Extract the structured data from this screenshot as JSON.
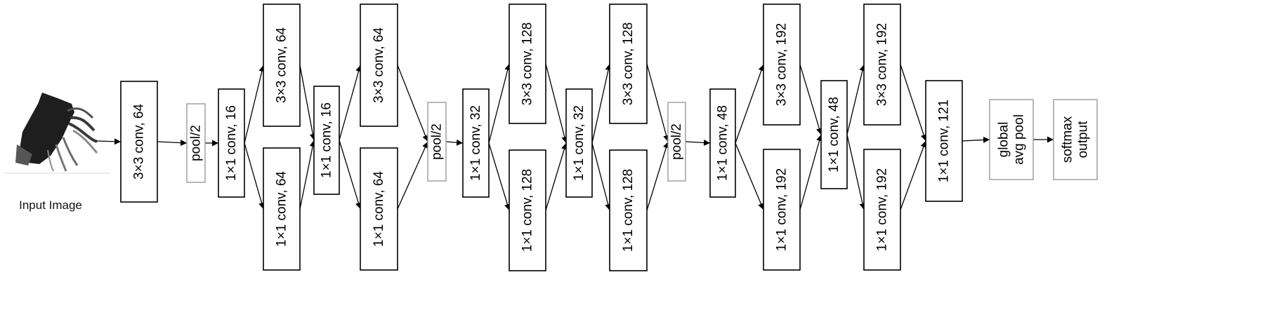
{
  "input": {
    "caption": "Input Image",
    "image": "mosquito-silhouette"
  },
  "nodes": [
    {
      "id": "conv3x3-64-a",
      "lines": [
        "3×3 conv, 64"
      ],
      "style": "solid"
    },
    {
      "id": "pool-1",
      "lines": [
        "pool/2"
      ],
      "style": "light"
    },
    {
      "id": "conv1x1-16-a",
      "lines": [
        "1×1 conv, 16"
      ],
      "style": "solid"
    },
    {
      "id": "conv3x3-64-b",
      "lines": [
        "3×3 conv, 64"
      ],
      "style": "solid"
    },
    {
      "id": "conv1x1-64-a",
      "lines": [
        "1×1 conv, 64"
      ],
      "style": "solid"
    },
    {
      "id": "conv1x1-16-b",
      "lines": [
        "1×1 conv, 16"
      ],
      "style": "solid"
    },
    {
      "id": "conv3x3-64-c",
      "lines": [
        "3×3 conv, 64"
      ],
      "style": "solid"
    },
    {
      "id": "conv1x1-64-b",
      "lines": [
        "1×1 conv, 64"
      ],
      "style": "solid"
    },
    {
      "id": "pool-2",
      "lines": [
        "pool/2"
      ],
      "style": "light"
    },
    {
      "id": "conv1x1-32-a",
      "lines": [
        "1×1 conv, 32"
      ],
      "style": "solid"
    },
    {
      "id": "conv3x3-128-a",
      "lines": [
        "3×3 conv, 128"
      ],
      "style": "solid"
    },
    {
      "id": "conv1x1-128-a",
      "lines": [
        "1×1 conv, 128"
      ],
      "style": "solid"
    },
    {
      "id": "conv1x1-32-b",
      "lines": [
        "1×1 conv, 32"
      ],
      "style": "solid"
    },
    {
      "id": "conv3x3-128-b",
      "lines": [
        "3×3 conv, 128"
      ],
      "style": "solid"
    },
    {
      "id": "conv1x1-128-b",
      "lines": [
        "1×1 conv, 128"
      ],
      "style": "solid"
    },
    {
      "id": "pool-3",
      "lines": [
        "pool/2"
      ],
      "style": "light"
    },
    {
      "id": "conv1x1-48-a",
      "lines": [
        "1×1 conv, 48"
      ],
      "style": "solid"
    },
    {
      "id": "conv3x3-192-a",
      "lines": [
        "3×3 conv, 192"
      ],
      "style": "solid"
    },
    {
      "id": "conv1x1-192-a",
      "lines": [
        "1×1 conv, 192"
      ],
      "style": "solid"
    },
    {
      "id": "conv1x1-48-b",
      "lines": [
        "1×1 conv, 48"
      ],
      "style": "solid"
    },
    {
      "id": "conv3x3-192-b",
      "lines": [
        "3×3 conv, 192"
      ],
      "style": "solid"
    },
    {
      "id": "conv1x1-192-b",
      "lines": [
        "1×1 conv, 192"
      ],
      "style": "solid"
    },
    {
      "id": "conv1x1-121",
      "lines": [
        "1×1 conv, 121"
      ],
      "style": "solid"
    },
    {
      "id": "global-avg-pool",
      "lines": [
        "global",
        "avg pool"
      ],
      "style": "light"
    },
    {
      "id": "softmax-output",
      "lines": [
        "softmax",
        "output"
      ],
      "style": "light"
    }
  ],
  "edges": [
    [
      "input",
      "conv3x3-64-a"
    ],
    [
      "conv3x3-64-a",
      "pool-1"
    ],
    [
      "pool-1",
      "conv1x1-16-a"
    ],
    [
      "conv1x1-16-a",
      "conv3x3-64-b"
    ],
    [
      "conv1x1-16-a",
      "conv1x1-64-a"
    ],
    [
      "conv3x3-64-b",
      "conv1x1-16-b"
    ],
    [
      "conv1x1-64-a",
      "conv1x1-16-b"
    ],
    [
      "conv1x1-16-b",
      "conv3x3-64-c"
    ],
    [
      "conv1x1-16-b",
      "conv1x1-64-b"
    ],
    [
      "conv3x3-64-c",
      "pool-2"
    ],
    [
      "conv1x1-64-b",
      "pool-2"
    ],
    [
      "pool-2",
      "conv1x1-32-a"
    ],
    [
      "conv1x1-32-a",
      "conv3x3-128-a"
    ],
    [
      "conv1x1-32-a",
      "conv1x1-128-a"
    ],
    [
      "conv3x3-128-a",
      "conv1x1-32-b"
    ],
    [
      "conv1x1-128-a",
      "conv1x1-32-b"
    ],
    [
      "conv1x1-32-b",
      "conv3x3-128-b"
    ],
    [
      "conv1x1-32-b",
      "conv1x1-128-b"
    ],
    [
      "conv3x3-128-b",
      "pool-3"
    ],
    [
      "conv1x1-128-b",
      "pool-3"
    ],
    [
      "pool-3",
      "conv1x1-48-a"
    ],
    [
      "conv1x1-48-a",
      "conv3x3-192-a"
    ],
    [
      "conv1x1-48-a",
      "conv1x1-192-a"
    ],
    [
      "conv3x3-192-a",
      "conv1x1-48-b"
    ],
    [
      "conv1x1-192-a",
      "conv1x1-48-b"
    ],
    [
      "conv1x1-48-b",
      "conv3x3-192-b"
    ],
    [
      "conv1x1-48-b",
      "conv1x1-192-b"
    ],
    [
      "conv3x3-192-b",
      "conv1x1-121"
    ],
    [
      "conv1x1-192-b",
      "conv1x1-121"
    ],
    [
      "conv1x1-121",
      "global-avg-pool"
    ],
    [
      "global-avg-pool",
      "softmax-output"
    ]
  ]
}
